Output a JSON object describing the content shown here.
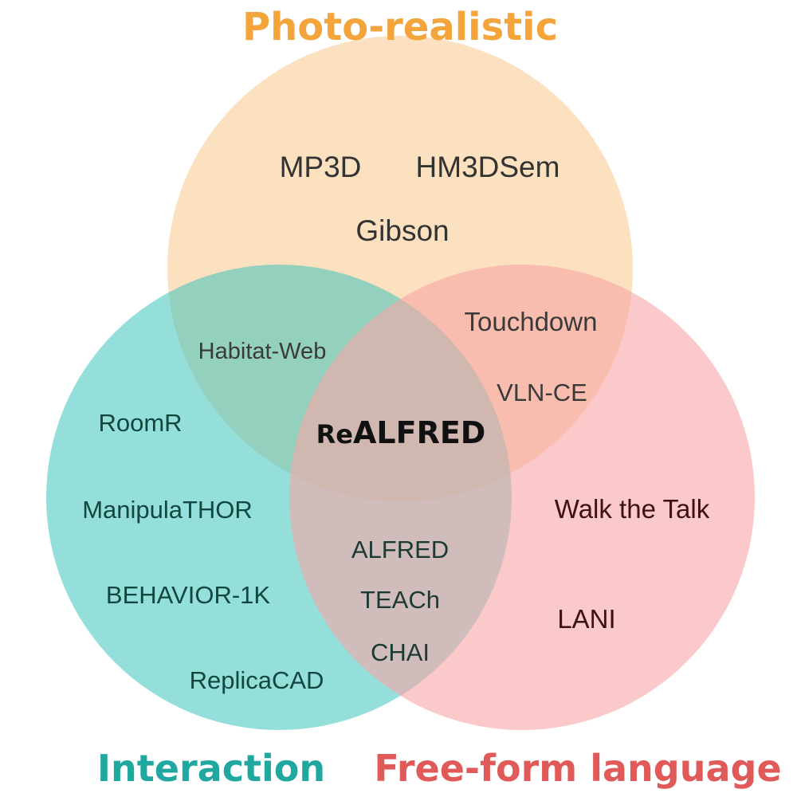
{
  "sets": {
    "photo": {
      "title": "Photo-realistic",
      "color": "#f3a43a",
      "fill": "#f7c98a"
    },
    "interaction": {
      "title": "Interaction",
      "color": "#1fa7a0",
      "fill": "#3ec4bd"
    },
    "language": {
      "title": "Free-form language",
      "color": "#e05a5a",
      "fill": "#f9a5a5"
    }
  },
  "items": {
    "mp3d": "MP3D",
    "hm3dsem": "HM3DSem",
    "gibson": "Gibson",
    "habitat_web": "Habitat-Web",
    "touchdown": "Touchdown",
    "vln_ce": "VLN-CE",
    "realfred_prefix": "Re",
    "realfred_rest": "ALFRED",
    "roomr": "RoomR",
    "manipulathor": "ManipulaTHOR",
    "behavior_1k": "BEHAVIOR-1K",
    "replicacad": "ReplicaCAD",
    "alfred": "ALFRED",
    "teach": "TEACh",
    "chai": "CHAI",
    "walk_the_talk": "Walk the Talk",
    "lani": "LANI"
  }
}
